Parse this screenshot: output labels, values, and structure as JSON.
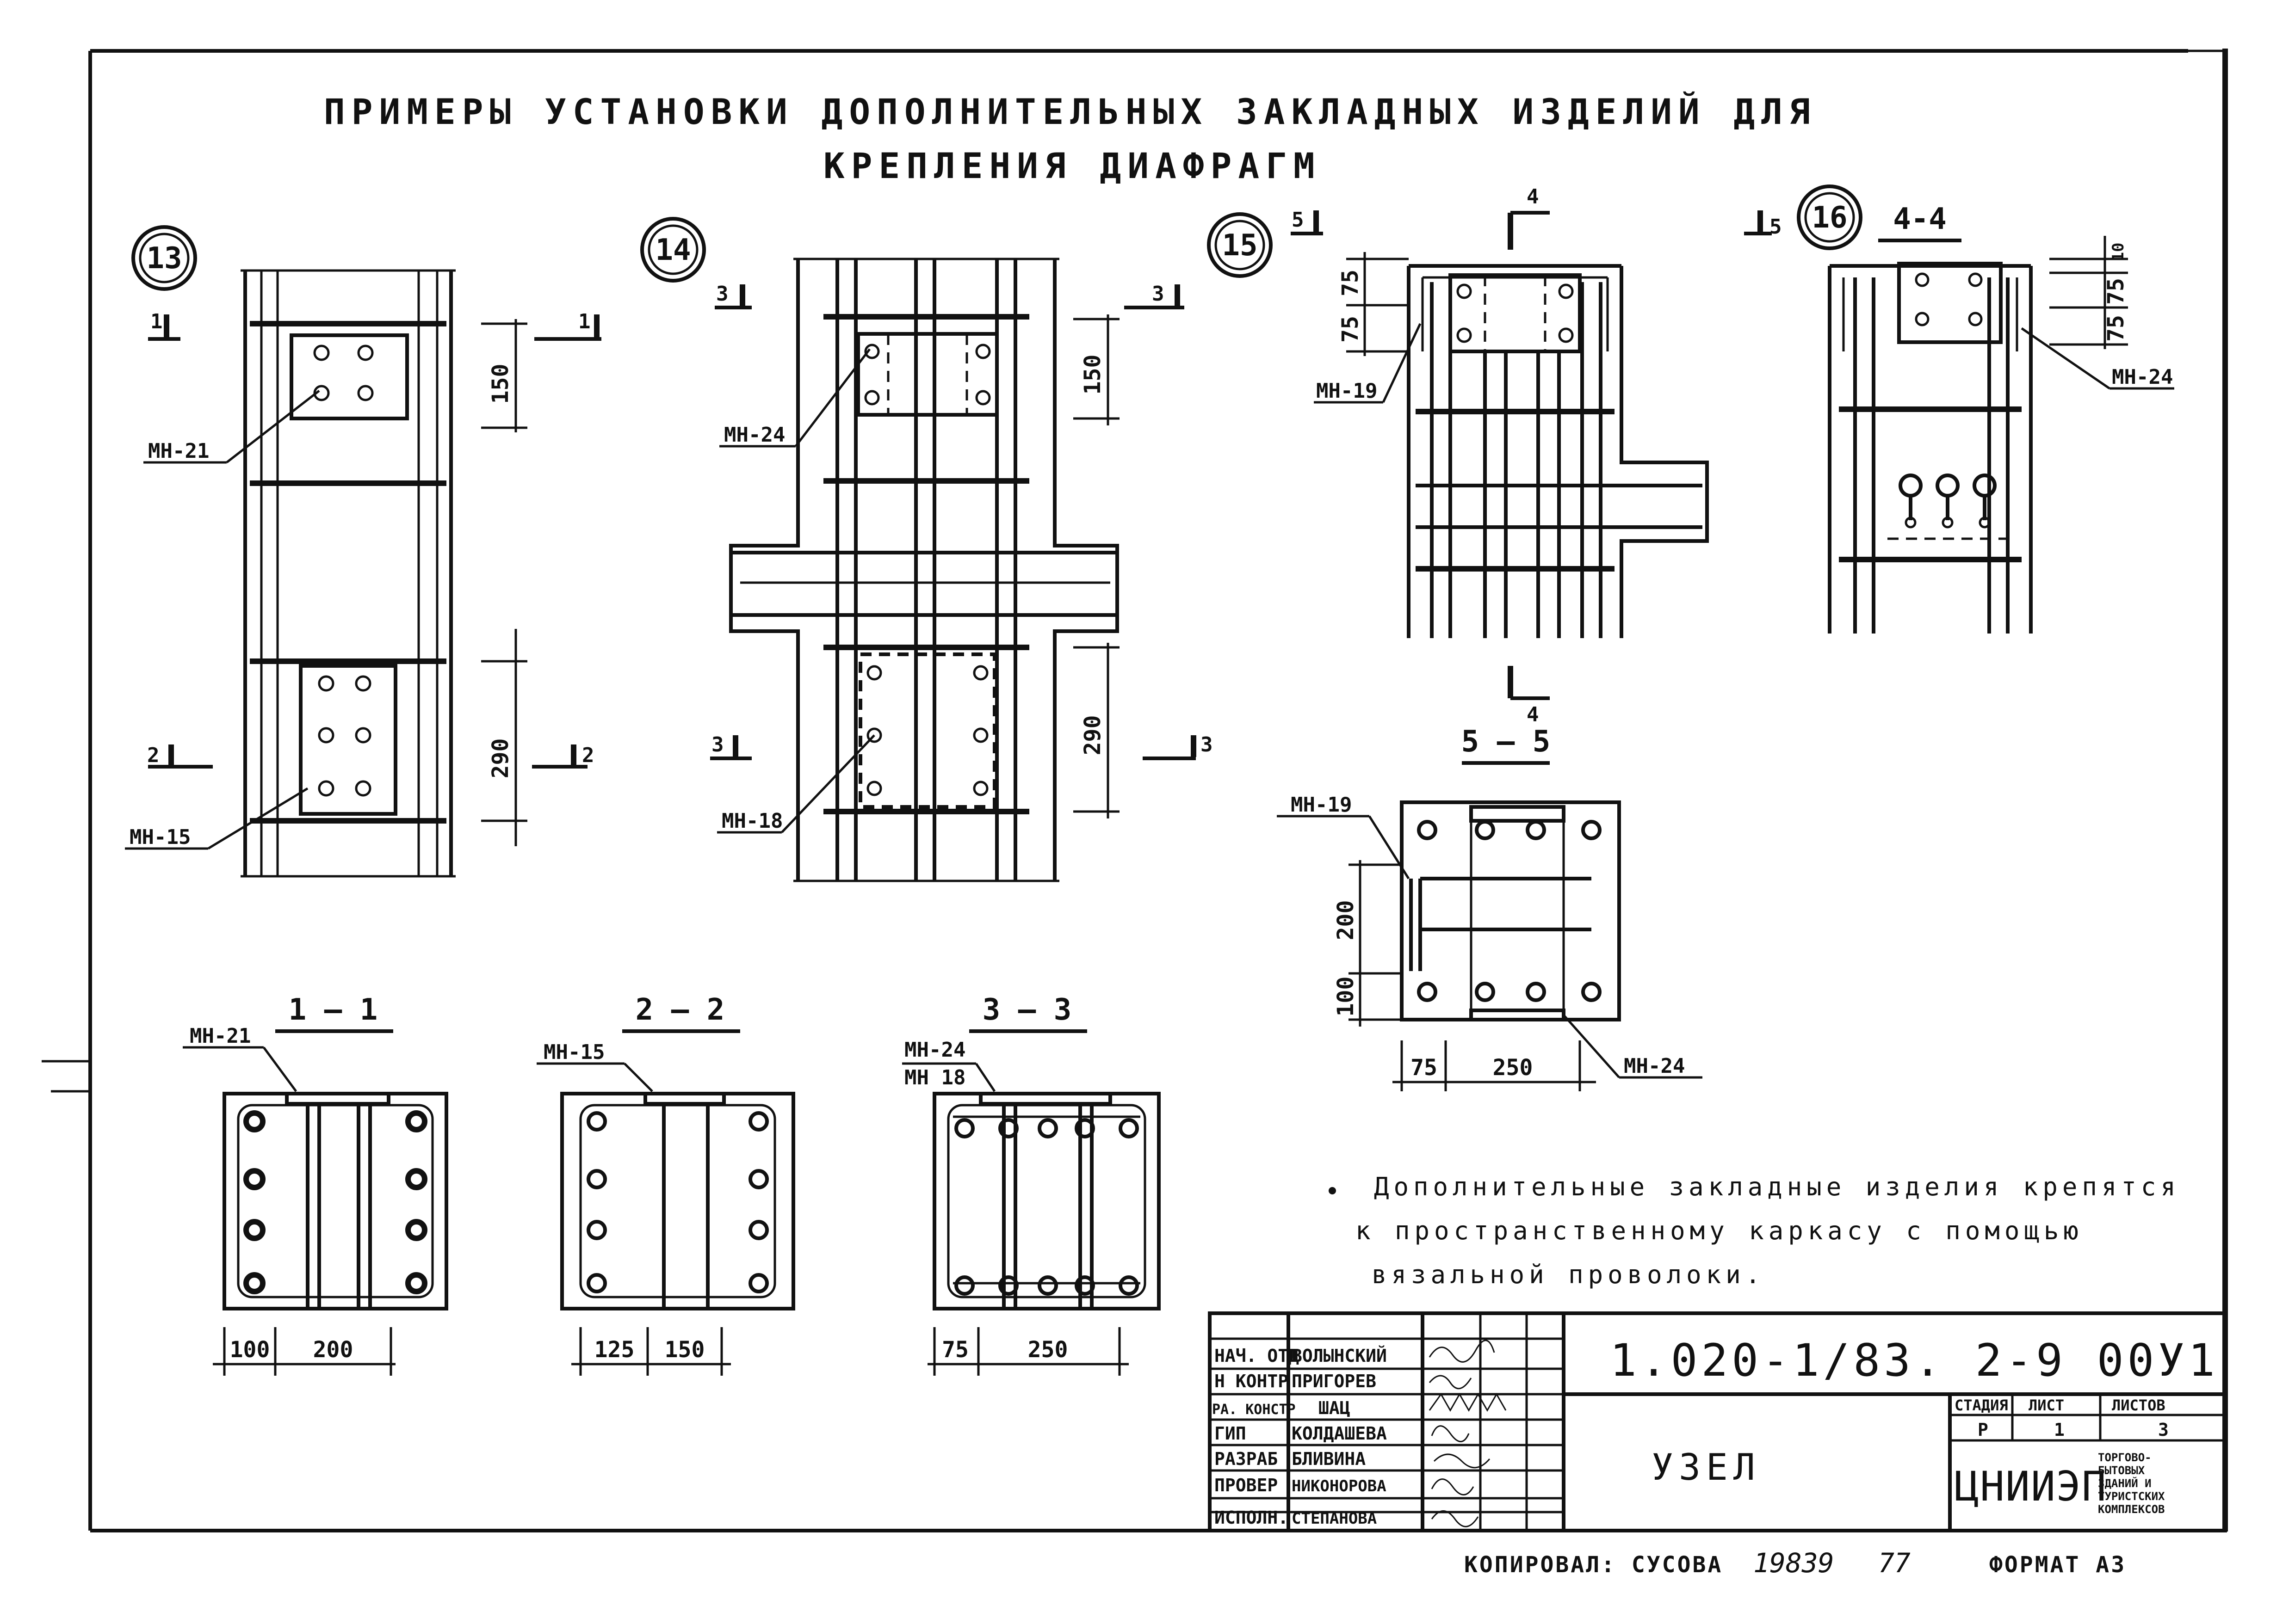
{
  "title": {
    "line1": "ПРИМЕРЫ УСТАНОВКИ ДОПОЛНИТЕЛЬНЫХ ЗАКЛАДНЫХ ИЗДЕЛИЙ ДЛЯ",
    "line2": "КРЕПЛЕНИЯ ДИАФРАГМ"
  },
  "details": {
    "d13": {
      "num": "13",
      "cut_top": "1",
      "cut_bottom": "2",
      "part_top": "МН-21",
      "part_bottom": "МН-15",
      "dim_top": "150",
      "dim_bottom": "290"
    },
    "d14": {
      "num": "14",
      "cut": "3",
      "part_top": "МН-24",
      "part_bottom": "МН-18",
      "dim_top": "150",
      "dim_bottom": "290"
    },
    "d15": {
      "num": "15",
      "cut_left": "5",
      "cut_top": "4",
      "cut_bottom": "4",
      "part": "МН-19",
      "dim_a": "75",
      "dim_b": "75"
    },
    "d16": {
      "num": "16",
      "cut": "5",
      "section": "4-4",
      "part": "МН-24",
      "dim_a": "10",
      "dim_b": "75",
      "dim_c": "75"
    }
  },
  "sections": {
    "s11": {
      "label": "1 — 1",
      "part": "МН-21",
      "dim_a": "100",
      "dim_b": "200"
    },
    "s22": {
      "label": "2 — 2",
      "part": "МН-15",
      "dim_a": "125",
      "dim_b": "150"
    },
    "s33": {
      "label": "3 — 3",
      "part1": "МН-24",
      "part2": "МН 18",
      "dim_a": "75",
      "dim_b": "250"
    },
    "s55": {
      "label": "5 — 5",
      "part_top": "МН-19",
      "part_bottom": "МН-24",
      "dim_a": "200",
      "dim_b": "100",
      "dim_c": "75",
      "dim_d": "250"
    }
  },
  "note": {
    "line1": "Дополнительные закладные изделия крепятся",
    "line2": "к пространственному каркасу с помощью",
    "line3": "вязальной проволоки."
  },
  "title_block": {
    "rows": [
      {
        "role": "НАЧ. ОТД",
        "name": "ВОЛЫНСКИЙ"
      },
      {
        "role": "Н КОНТР",
        "name": "ПРИГОРЕВ"
      },
      {
        "role": "РА. КОНСТР",
        "name": "ШАЦ"
      },
      {
        "role": "ГИП",
        "name": "КОЛДАШЕВА"
      },
      {
        "role": "РАЗРАБ",
        "name": "БЛИВИНА"
      },
      {
        "role": "ПРОВЕР",
        "name": "НИКОНОРОВА"
      },
      {
        "role": "ИСПОЛН.",
        "name": "СТЕПАНОВА"
      }
    ],
    "code": "1.020-1/83. 2-9 00У1",
    "name": "УЗЕЛ",
    "stage_header": "СТАДИЯ",
    "sheet_header": "ЛИСТ",
    "sheets_header": "ЛИСТОВ",
    "stage": "Р",
    "sheet": "1",
    "sheets": "3",
    "org": "ЦНИИЭП",
    "org_desc": [
      "ТОРГОВО-",
      "БЫТОВЫХ",
      "ЗДАНИЙ И",
      "ТУРИСТСКИХ",
      "КОМПЛЕКСОВ"
    ]
  },
  "footer": {
    "copied": "КОПИРОВАЛ: СУСОВА",
    "number": "19839",
    "number2": "77",
    "format": "ФОРМАТ А3"
  }
}
